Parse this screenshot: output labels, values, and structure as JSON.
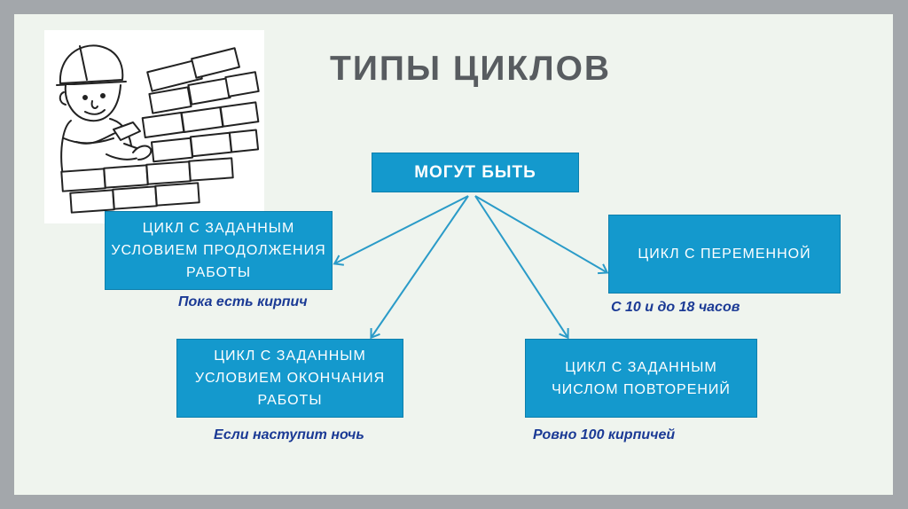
{
  "slide": {
    "title": "ТИПЫ ЦИКЛОВ",
    "center_label": "МОГУТ БЫТЬ",
    "cycles": {
      "continue": {
        "label": "ЦИКЛ С ЗАДАННЫМ УСЛОВИЕМ ПРОДОЛЖЕНИЯ РАБОТЫ",
        "example": "Пока есть кирпич"
      },
      "variable": {
        "label": "ЦИКЛ С ПЕРЕМЕННОЙ",
        "example": "С 10 и до 18 часов"
      },
      "end": {
        "label": "ЦИКЛ С ЗАДАННЫМ УСЛОВИЕМ ОКОНЧАНИЯ РАБОТЫ",
        "example": "Если наступит ночь"
      },
      "count": {
        "label": "ЦИКЛ С ЗАДАННЫМ ЧИСЛОМ ПОВТОРЕНИЙ",
        "example": "Ровно 100 кирпичей"
      }
    }
  },
  "colors": {
    "box_fill": "#1499cd",
    "arrow": "#2a9bc8",
    "caption": "#1b3a95",
    "title": "#585c60"
  },
  "icons": {
    "illustration": "bricklayer-illustration"
  }
}
